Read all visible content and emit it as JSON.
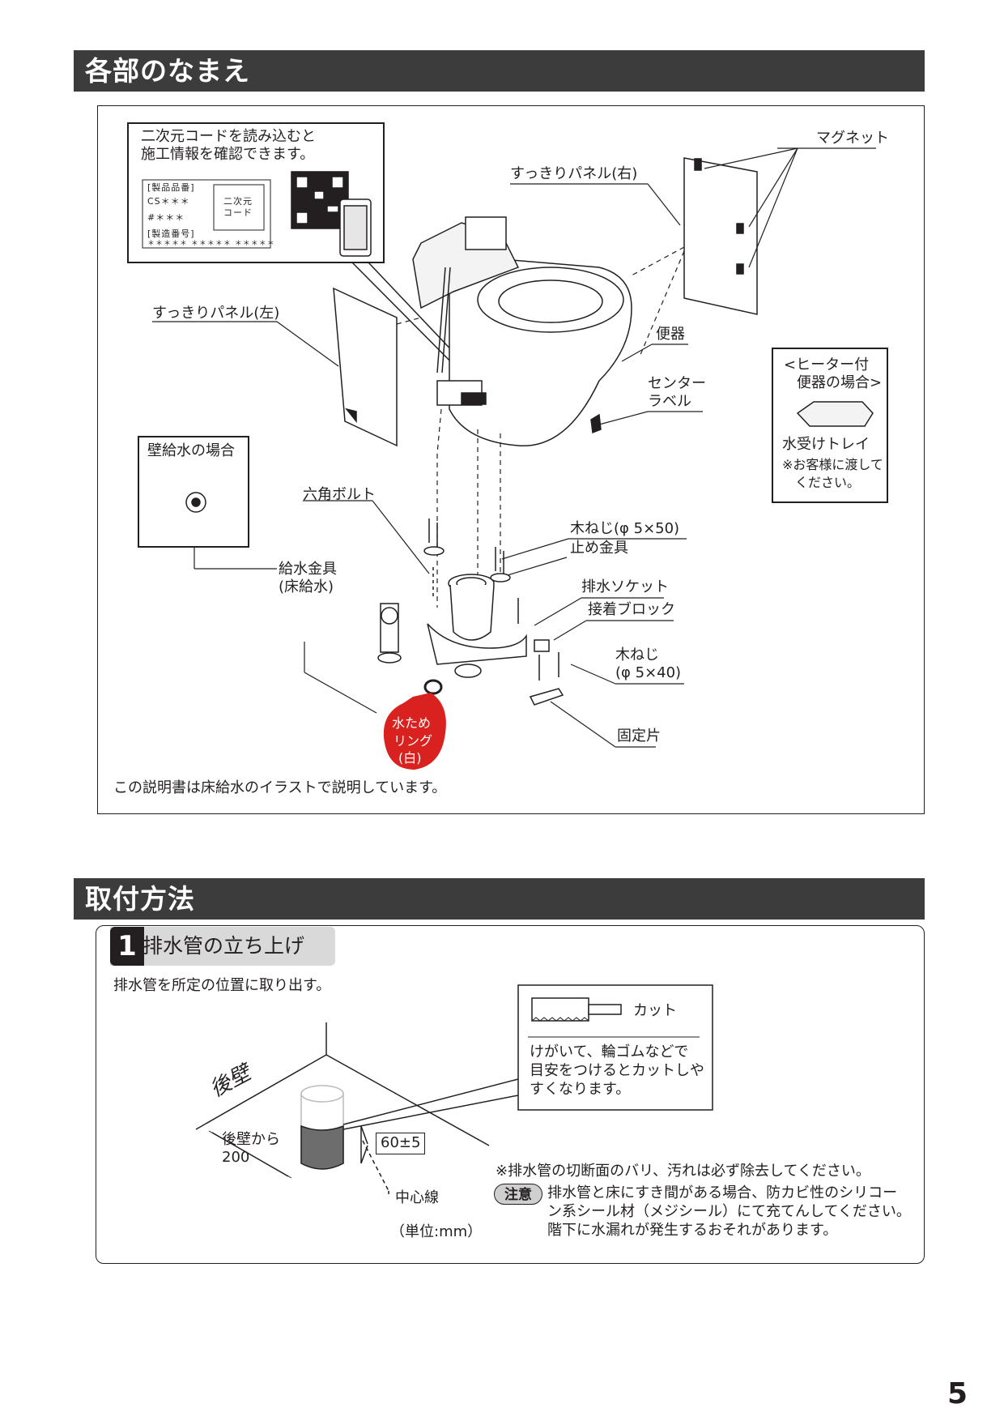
{
  "section1": {
    "title": "各部のなまえ"
  },
  "qr_box": {
    "line1": "二次元コードを読み込むと",
    "line2": "施工情報を確認できます。",
    "label_hinban": "[製品品番]",
    "value_hinban": "CS＊＊＊",
    "value_hinban2": "#＊＊＊",
    "label_seizo": "[製造番号]",
    "value_seizo": "＊＊＊＊＊ ＊＊＊＊＊ ＊＊＊＊＊",
    "code_label1": "二次元",
    "code_label2": "コード"
  },
  "labels": {
    "magnet": "マグネット",
    "panel_right": "すっきりパネル(右)",
    "panel_left": "すっきりパネル(左)",
    "benki": "便器",
    "center_label_1": "センター",
    "center_label_2": "ラベル",
    "heater_1": "<ヒーター付",
    "heater_2": "便器の場合>",
    "tray": "水受けトレイ",
    "tray_note_1": "※お客様に渡して",
    "tray_note_2": "ください。",
    "wall_supply": "壁給水の場合",
    "hex_bolt": "六角ボルト",
    "wood_screw_50": "木ねじ(φ 5×50)",
    "stop_fitting": "止め金具",
    "supply_fitting_1": "給水金具",
    "supply_fitting_2": "(床給水)",
    "drain_socket": "排水ソケット",
    "adhesive_block": "接着ブロック",
    "wood_screw_40_1": "木ねじ",
    "wood_screw_40_2": "(φ 5×40)",
    "fixing_piece": "固定片",
    "water_ring_1": "水ため",
    "water_ring_2": "リング",
    "water_ring_3": "(白)",
    "note": "この説明書は床給水のイラストで説明しています。"
  },
  "section2": {
    "title": "取付方法"
  },
  "step1": {
    "number": "1",
    "title": "排水管の立ち上げ",
    "instruction": "排水管を所定の位置に取り出す。",
    "cut_label": "カット",
    "tip_1": "けがいて、輪ゴムなどで",
    "tip_2": "目安をつけるとカットしや",
    "tip_3": "すくなります。",
    "wall": "後壁",
    "from_wall_1": "後壁から",
    "from_wall_2": "200",
    "height": "60±5",
    "centerline": "中心線",
    "unit": "（単位:mm）",
    "note": "※排水管の切断面のバリ、汚れは必ず除去してください。",
    "caution_badge": "注意",
    "caution_1": "排水管と床にすき間がある場合、防カビ性のシリコー",
    "caution_2": "ン系シール材（メジシール）にて充てんしてください。",
    "caution_3": "階下に水漏れが発生するおそれがあります。"
  },
  "page_number": "5"
}
